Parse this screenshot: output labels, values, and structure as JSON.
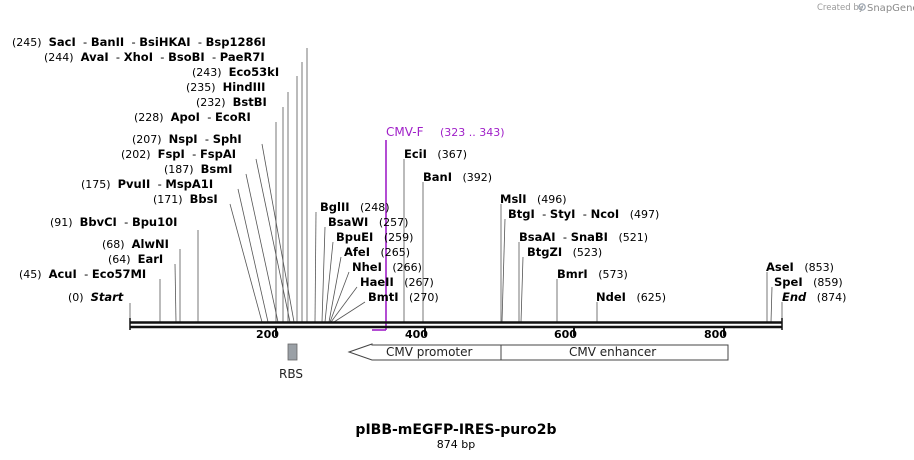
{
  "credit": {
    "prefix": "Created by",
    "brand": "SnapGene"
  },
  "map": {
    "name": "pIBB-mEGFP-IRES-puro2b",
    "length_label": "874 bp",
    "length": 874
  },
  "ticks": [
    "200",
    "400",
    "600",
    "800"
  ],
  "sites": [
    {
      "pos": 245,
      "pos_label": "(245)",
      "names": [
        "SacI",
        "BanII",
        "BsiHKAI",
        "Bsp1286I"
      ]
    },
    {
      "pos": 244,
      "pos_label": "(244)",
      "names": [
        "AvaI",
        "XhoI",
        "BsoBI",
        "PaeR7I"
      ]
    },
    {
      "pos": 243,
      "pos_label": "(243)",
      "names": [
        "Eco53kI"
      ]
    },
    {
      "pos": 235,
      "pos_label": "(235)",
      "names": [
        "HindIII"
      ]
    },
    {
      "pos": 232,
      "pos_label": "(232)",
      "names": [
        "BstBI"
      ]
    },
    {
      "pos": 228,
      "pos_label": "(228)",
      "names": [
        "ApoI",
        "EcoRI"
      ]
    },
    {
      "pos": 207,
      "pos_label": "(207)",
      "names": [
        "NspI",
        "SphI"
      ]
    },
    {
      "pos": 202,
      "pos_label": "(202)",
      "names": [
        "FspI",
        "FspAI"
      ]
    },
    {
      "pos": 187,
      "pos_label": "(187)",
      "names": [
        "BsmI"
      ]
    },
    {
      "pos": 175,
      "pos_label": "(175)",
      "names": [
        "PvuII",
        "MspA1I"
      ]
    },
    {
      "pos": 171,
      "pos_label": "(171)",
      "names": [
        "BbsI"
      ]
    },
    {
      "pos": 91,
      "pos_label": "(91)",
      "names": [
        "BbvCI",
        "Bpu10I"
      ]
    },
    {
      "pos": 68,
      "pos_label": "(68)",
      "names": [
        "AlwNI"
      ]
    },
    {
      "pos": 64,
      "pos_label": "(64)",
      "names": [
        "EarI"
      ]
    },
    {
      "pos": 45,
      "pos_label": "(45)",
      "names": [
        "AcuI",
        "Eco57MI"
      ]
    },
    {
      "pos": 0,
      "pos_label": "(0)",
      "names": [
        "Start"
      ]
    },
    {
      "pos": 248,
      "pos_label": "(248)",
      "names": [
        "BglII"
      ]
    },
    {
      "pos": 257,
      "pos_label": "(257)",
      "names": [
        "BsaWI"
      ]
    },
    {
      "pos": 259,
      "pos_label": "(259)",
      "names": [
        "BpuEI"
      ]
    },
    {
      "pos": 265,
      "pos_label": "(265)",
      "names": [
        "AfeI"
      ]
    },
    {
      "pos": 266,
      "pos_label": "(266)",
      "names": [
        "NheI"
      ]
    },
    {
      "pos": 267,
      "pos_label": "(267)",
      "names": [
        "HaeII"
      ]
    },
    {
      "pos": 270,
      "pos_label": "(270)",
      "names": [
        "BmtI"
      ]
    },
    {
      "pos": 367,
      "pos_label": "(367)",
      "names": [
        "EciI"
      ]
    },
    {
      "pos": 392,
      "pos_label": "(392)",
      "names": [
        "BanI"
      ]
    },
    {
      "pos": 496,
      "pos_label": "(496)",
      "names": [
        "MslI"
      ]
    },
    {
      "pos": 497,
      "pos_label": "(497)",
      "names": [
        "BtgI",
        "StyI",
        "NcoI"
      ]
    },
    {
      "pos": 521,
      "pos_label": "(521)",
      "names": [
        "BsaAI",
        "SnaBI"
      ]
    },
    {
      "pos": 523,
      "pos_label": "(523)",
      "names": [
        "BtgZI"
      ]
    },
    {
      "pos": 573,
      "pos_label": "(573)",
      "names": [
        "BmrI"
      ]
    },
    {
      "pos": 625,
      "pos_label": "(625)",
      "names": [
        "NdeI"
      ]
    },
    {
      "pos": 853,
      "pos_label": "(853)",
      "names": [
        "AseI"
      ]
    },
    {
      "pos": 859,
      "pos_label": "(859)",
      "names": [
        "SpeI"
      ]
    },
    {
      "pos": 874,
      "pos_label": "(874)",
      "names": [
        "End"
      ]
    }
  ],
  "primer": {
    "name": "CMV-F",
    "range_label": "(323 .. 343)",
    "color": "#a020c8"
  },
  "features": {
    "cmv_promoter": "CMV promoter",
    "cmv_enhancer": "CMV enhancer",
    "rbs": "RBS",
    "rbs_color": "#9aa0a6"
  }
}
